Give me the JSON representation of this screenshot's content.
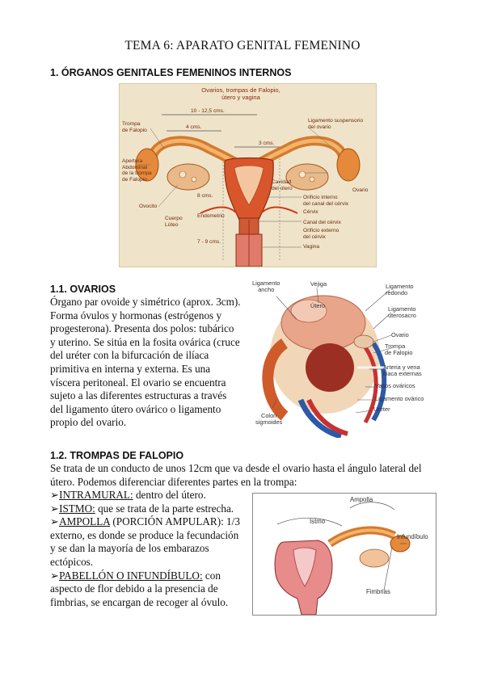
{
  "title": "TEMA 6: APARATO GENITAL FEMENINO",
  "section1": {
    "heading": "1. ÓRGANOS GENITALES FEMENINOS INTERNOS"
  },
  "figure1": {
    "caption": [
      "Ovarios, trompas de Falopio,",
      "útero y vagina"
    ],
    "measurements": [
      "10 - 12,5 cms.",
      "4 cms.",
      "3 cms.",
      "8 cms.",
      "7 - 9 cms."
    ],
    "labels_left": [
      [
        "Trompa",
        "de Falopio"
      ],
      [
        "Apertura",
        "Abdominal",
        "de la trompa",
        "de Falopio"
      ],
      [
        "Ovocito"
      ],
      [
        "Cuerpo",
        "Lúteo"
      ],
      [
        "Endometrio"
      ]
    ],
    "labels_right": [
      [
        "Ligamento suspensorio",
        "del ovario"
      ],
      [
        "Cavidad",
        "del útero"
      ],
      [
        "Ovario"
      ],
      [
        "Orificio interno",
        "del canal del cérvix"
      ],
      [
        "Cérvix"
      ],
      [
        "Canal del cérvix"
      ],
      [
        "Orificio externo",
        "del cérvix"
      ],
      [
        "Vagina"
      ]
    ]
  },
  "ovarios": {
    "heading": "1.1. OVARIOS",
    "lines": [
      "Órgano par ovoide y simétrico (aprox. 3cm).",
      "Forma óvulos y hormonas (estrógenos y",
      "progesterona). Presenta dos polos: tubárico",
      "y uterino. Se sitúa en la fosita ovárica (cruce",
      "del uréter con la bifurcación de ilíaca",
      "primitiva en interna y externa. Es una",
      "víscera peritoneal. El ovario se encuentra",
      "sujeto a las diferentes estructuras a través",
      "del ligamento útero ovárico o ligamento",
      "propio del ovario."
    ]
  },
  "figure2": {
    "labels_top": [
      [
        "Ligamento",
        "ancho"
      ],
      [
        "Vejiga"
      ],
      [
        "Útero"
      ]
    ],
    "labels_right": [
      [
        "Ligamento",
        "redondo"
      ],
      [
        "Ligamento",
        "uterosacro"
      ],
      [
        "Ovario"
      ],
      [
        "Trompa",
        "de Falopio"
      ],
      [
        "Arteria y vena",
        "ilíaca externas"
      ],
      [
        "Vasos ováricos"
      ],
      [
        "Ligamento ovárico"
      ],
      [
        "Uréter"
      ]
    ],
    "labels_bottom": [
      [
        "Colon",
        "sigmoides"
      ]
    ]
  },
  "trompas": {
    "heading": "1.2. TROMPAS DE FALOPIO",
    "intro": [
      "Se trata de un conducto de unos 12cm que va desde el ovario hasta el ángulo lateral del",
      "útero. Podemos diferenciar diferentes partes en la trompa:"
    ],
    "bullet": "➢",
    "items": [
      {
        "term": "INTRAMURAL:",
        "rest": " dentro del útero."
      },
      {
        "term": "ISTMO:",
        "rest": " que se trata de la parte estrecha."
      },
      {
        "term": "AMPOLLA",
        "rest": " (PORCIÓN AMPULAR): 1/3"
      },
      {
        "term": "PABELLÓN O INFUNDÍBULO:",
        "rest": " con"
      }
    ],
    "ampolla_cont": [
      "externo, es donde se produce la fecundación",
      "y se dan la mayoría de los embarazos",
      "ectópicos."
    ],
    "pabellon_cont": [
      "aspecto de flor debido a la presencia de",
      "fimbrias, se encargan de recoger al óvulo."
    ]
  },
  "figure3": {
    "labels": [
      "Ampolla",
      "Istmo",
      "Infundíbulo",
      "Fimbrias"
    ]
  }
}
